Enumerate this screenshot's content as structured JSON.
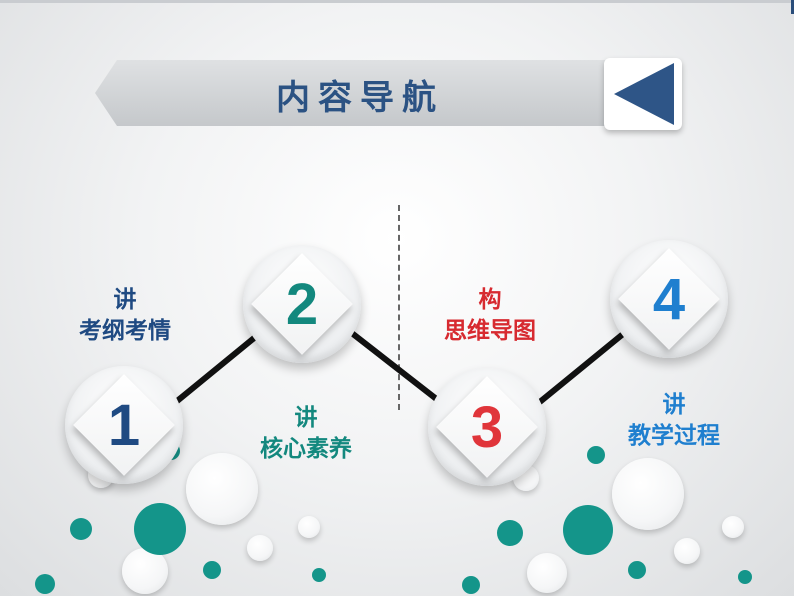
{
  "header": {
    "title": "内容导航"
  },
  "nodes": [
    {
      "number": "1",
      "color": "#1f4a82"
    },
    {
      "number": "2",
      "color": "#13887e"
    },
    {
      "number": "3",
      "color": "#e0353a"
    },
    {
      "number": "4",
      "color": "#1f7fcf"
    }
  ],
  "labels": [
    {
      "line1": "讲",
      "line2": "考纲考情",
      "color": "#1f4a82"
    },
    {
      "line1": "讲",
      "line2": "核心素养",
      "color": "#13887e"
    },
    {
      "line1": "构",
      "line2": "思维导图",
      "color": "#d72a30"
    },
    {
      "line1": "讲",
      "line2": "教学过程",
      "color": "#1f7fcf"
    }
  ]
}
